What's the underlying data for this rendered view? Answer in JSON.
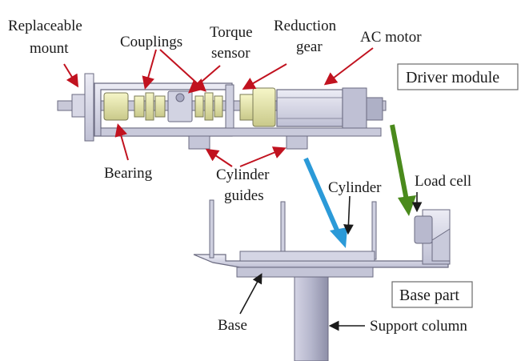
{
  "labels": {
    "replaceable_mount_1": "Replaceable",
    "replaceable_mount_2": "mount",
    "couplings": "Couplings",
    "torque_sensor_1": "Torque",
    "torque_sensor_2": "sensor",
    "reduction_gear_1": "Reduction",
    "reduction_gear_2": "gear",
    "ac_motor": "AC motor",
    "driver_module": "Driver module",
    "bearing": "Bearing",
    "cylinder_guides_1": "Cylinder",
    "cylinder_guides_2": "guides",
    "cylinder": "Cylinder",
    "load_cell": "Load cell",
    "base_part": "Base part",
    "base": "Base",
    "support_column": "Support column"
  },
  "colors": {
    "frame_fill": "#d9d9e8",
    "frame_stroke": "#6a6a80",
    "coupling_fill": "#e6e6a6",
    "arrow_red": "#c1121f",
    "arrow_blue": "#2b9ad8",
    "arrow_green": "#4a8a1c",
    "text": "#1a1a1a"
  }
}
